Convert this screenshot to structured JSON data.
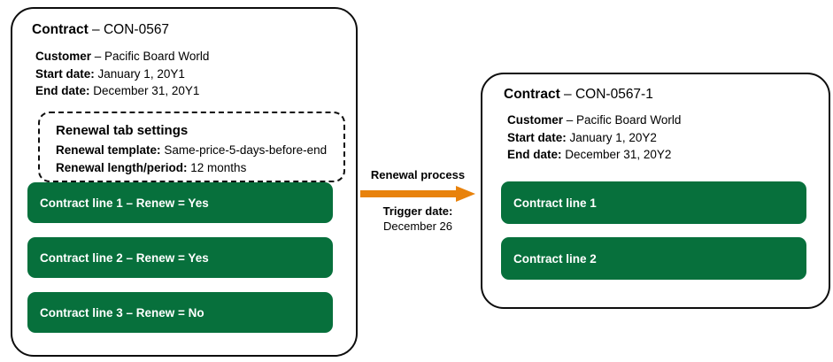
{
  "colors": {
    "panel_border": "#0d0d0d",
    "line_bar_green": "#07703c",
    "arrow_orange": "#e8820c",
    "text": "#000000",
    "line_bar_text": "#ffffff"
  },
  "source_contract": {
    "title_label": "Contract",
    "title_separator": " – ",
    "title_value": "CON-0567",
    "details": [
      {
        "label": "Customer",
        "separator": " – ",
        "value": "Pacific Board World"
      },
      {
        "label": "Start date:",
        "separator": " ",
        "value": "January 1, 20Y1"
      },
      {
        "label": "End date:",
        "separator": " ",
        "value": "December 31, 20Y1"
      }
    ],
    "settings": {
      "title": "Renewal tab settings",
      "rows": [
        {
          "label": "Renewal template:",
          "separator": "  ",
          "value": "Same-price-5-days-before-end"
        },
        {
          "label": "Renewal length/period:",
          "separator": " ",
          "value": "12 months"
        }
      ]
    },
    "lines": [
      {
        "text": "Contract line 1 – Renew = Yes"
      },
      {
        "text": "Contract line 2 – Renew = Yes"
      },
      {
        "text": "Contract line 3 – Renew = No"
      }
    ]
  },
  "process": {
    "label": "Renewal process",
    "trigger_label": "Trigger date:",
    "trigger_value": "December 26",
    "arrow_icon": "right-arrow-icon"
  },
  "renewed_contract": {
    "title_label": "Contract",
    "title_separator": " – ",
    "title_value": "CON-0567-1",
    "details": [
      {
        "label": "Customer",
        "separator": " – ",
        "value": "Pacific Board World"
      },
      {
        "label": "Start date:",
        "separator": " ",
        "value": "January 1, 20Y2"
      },
      {
        "label": "End date:",
        "separator": " ",
        "value": "December 31, 20Y2"
      }
    ],
    "lines": [
      {
        "text": "Contract line 1"
      },
      {
        "text": "Contract line 2"
      }
    ]
  }
}
